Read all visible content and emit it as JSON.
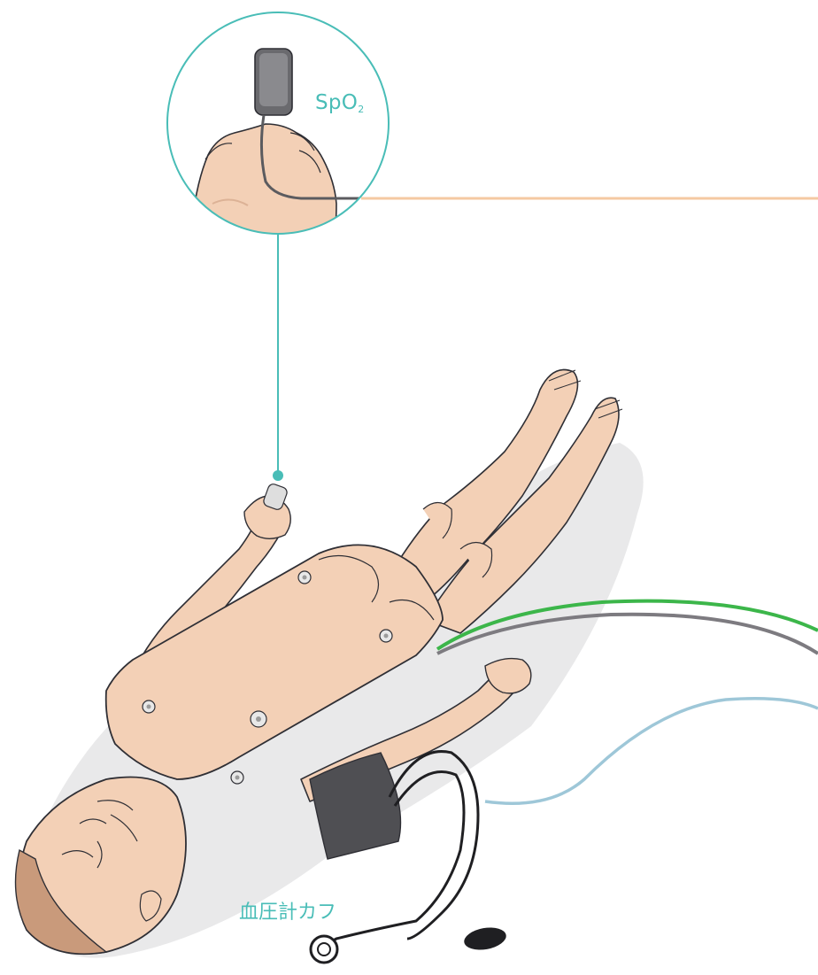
{
  "labels": {
    "spo2_main": "SpO",
    "spo2_subscript": "2",
    "bp_cuff": "血圧計カフ"
  },
  "colors": {
    "callout_teal": "#49bdb7",
    "skin": "#f3d0b6",
    "skin_shadow": "#dcb296",
    "outline": "#2f2f35",
    "cable_orange": "#f5c9a2",
    "cable_green": "#3cb64a",
    "cable_gray": "#7d7b80",
    "cable_blue": "#9ec7d8",
    "cuff": "#4f4f53",
    "hair": "#c99a7b",
    "floor_shadow": "#e7e7e8"
  },
  "icons": {
    "callout": "magnifier-circle",
    "sensor": "finger-clip-sensor",
    "cuff": "blood-pressure-cuff",
    "bulb": "inflation-bulb"
  }
}
